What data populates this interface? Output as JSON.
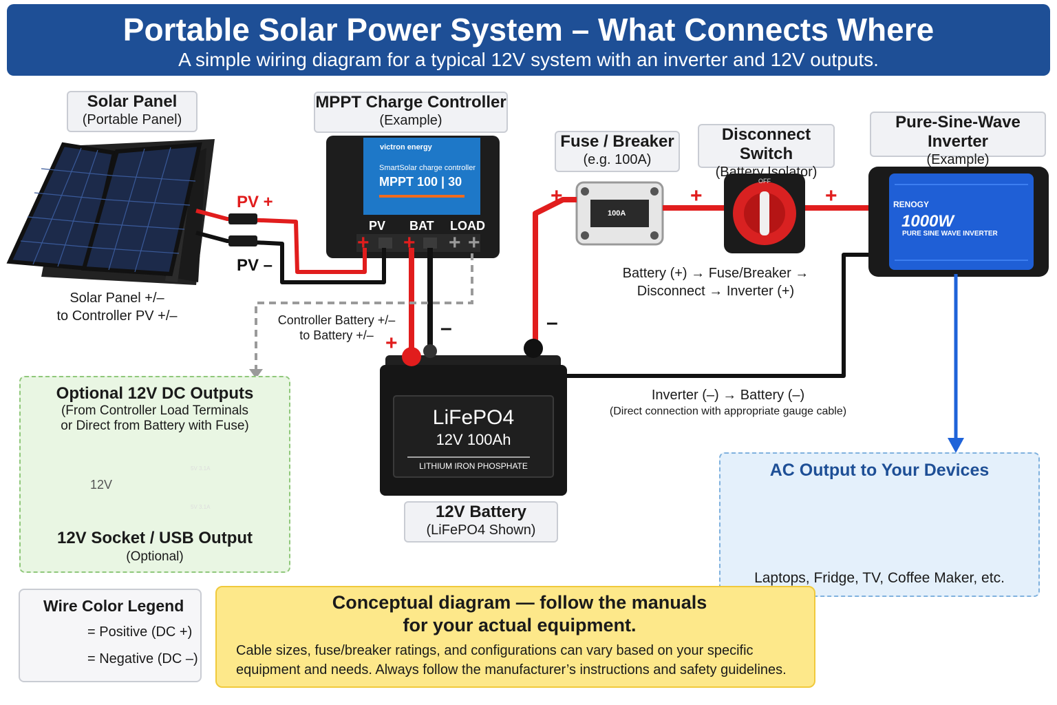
{
  "header": {
    "title": "Portable Solar Power System – What Connects Where",
    "subtitle": "A simple wiring diagram for a typical 12V system with an inverter and 12V outputs."
  },
  "solar_panel": {
    "title": "Solar Panel",
    "subtitle": "(Portable Panel)",
    "pv_plus": "PV +",
    "pv_minus": "PV –",
    "caption_line1": "Solar Panel +/–",
    "caption_line2": "to Controller PV +/–"
  },
  "controller": {
    "title": "MPPT Charge Controller",
    "subtitle": "(Example)",
    "brand": "victron energy",
    "product_line": "SmartSolar charge controller",
    "model": "MPPT 100 | 30",
    "terminal_pv": "PV",
    "terminal_bat": "BAT",
    "terminal_load": "LOAD",
    "caption_line1": "Controller Battery +/–",
    "caption_line2": "to Battery +/–"
  },
  "fuse": {
    "title": "Fuse / Breaker",
    "subtitle": "(e.g. 100A)",
    "rating": "100A"
  },
  "disconnect": {
    "title": "Disconnect Switch",
    "subtitle": "(Battery Isolator)",
    "switch_off": "OFF"
  },
  "inverter": {
    "title": "Pure-Sine-Wave Inverter",
    "subtitle": "(Example)",
    "brand": "RENOGY",
    "power": "1000W",
    "type": "PURE SINE WAVE INVERTER"
  },
  "positive_path_caption": {
    "line1": "Battery (+) → Fuse/Breaker →",
    "line2": "Disconnect → Inverter (+)"
  },
  "negative_path_caption": {
    "line1": "Inverter (–) → Battery (–)",
    "line2": "(Direct connection with appropriate gauge cable)"
  },
  "battery": {
    "chemistry": "LiFePO4",
    "spec": "12V 100Ah",
    "type_text": "LITHIUM IRON PHOSPHATE",
    "title": "12V Battery",
    "subtitle": "(LiFePO4 Shown)"
  },
  "polarity": {
    "plus": "+",
    "minus": "–"
  },
  "dc_outputs": {
    "title": "Optional 12V DC Outputs",
    "line1": "(From Controller Load Terminals",
    "line2": "or Direct from Battery with Fuse)",
    "socket_label": "12V",
    "usb_label": "5V 3.1A",
    "caption": "12V Socket / USB Output",
    "caption_sub": "(Optional)"
  },
  "ac_output": {
    "title": "AC Output to Your Devices",
    "devices": "Laptops, Fridge, TV, Coffee Maker, etc."
  },
  "legend": {
    "title": "Wire Color Legend",
    "positive": "= Positive (DC +)",
    "negative": "= Negative (DC –)",
    "positive_color": "#e11d1d",
    "negative_color": "#111111"
  },
  "warning": {
    "line1": "Conceptual diagram — follow the manuals",
    "line2": "for your actual equipment.",
    "body1": "Cable sizes, fuse/breaker ratings, and configurations can vary based on your specific",
    "body2": "equipment and needs. Always follow the manufacturer’s instructions and safety guidelines."
  }
}
